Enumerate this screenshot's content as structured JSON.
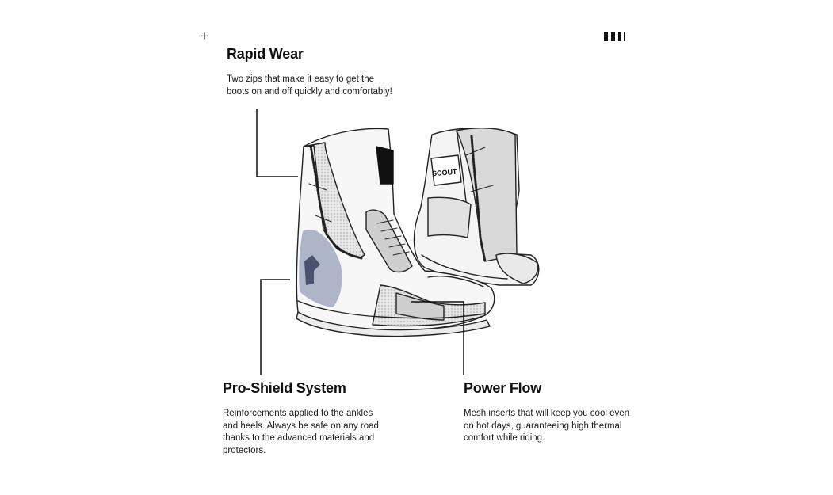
{
  "icons": {
    "top_left": "plus-icon",
    "top_right": "bars-icon"
  },
  "colors": {
    "text": "#111111",
    "shield_highlight": "#8e98b3"
  },
  "boots": {
    "brand_label": "SCOUT"
  },
  "features": {
    "rapid_wear": {
      "title": "Rapid Wear",
      "description": "Two zips that make it easy to get the boots on and off quickly and comfortably!"
    },
    "pro_shield": {
      "title": "Pro-Shield System",
      "description": "Reinforcements applied to the ankles and heels. Always be safe on any road thanks to the advanced materials and protectors."
    },
    "power_flow": {
      "title": "Power Flow",
      "description": "Mesh inserts that will keep you cool even on hot days, guaranteeing high thermal comfort while riding."
    }
  }
}
